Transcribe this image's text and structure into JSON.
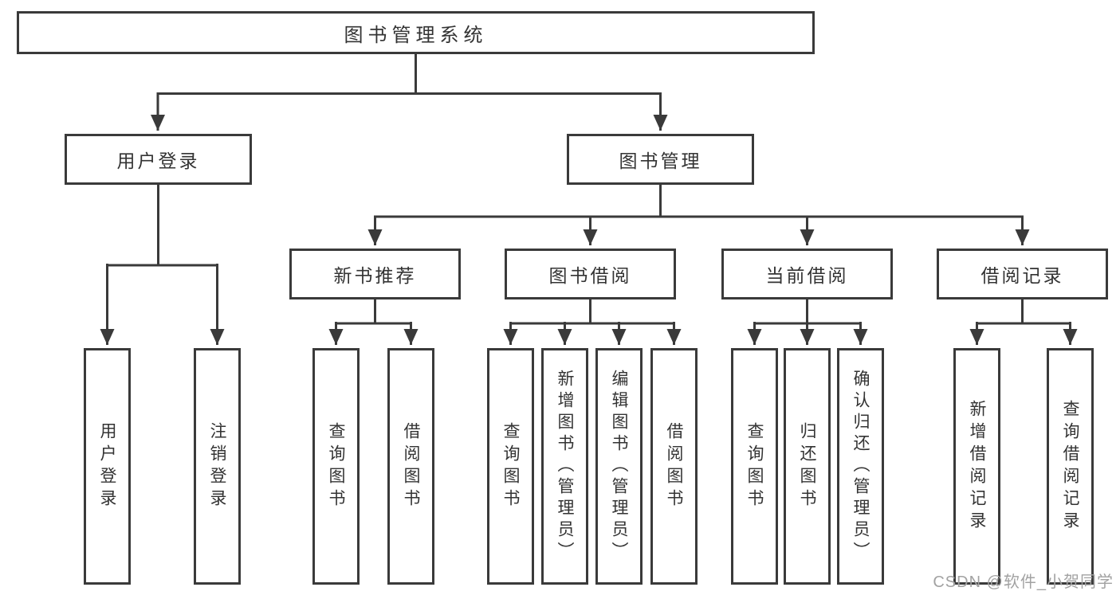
{
  "diagram_title": "图书管理系统",
  "colors": {
    "line": "#3a3a3a",
    "box_border": "#3a3a3a",
    "text": "#333333",
    "background": "#ffffff",
    "watermark": "#a2a2a2"
  },
  "watermark": "CSDN @软件_小贺同学",
  "tree": {
    "root": "图书管理系统",
    "level2": [
      "用户登录",
      "图书管理"
    ],
    "level3": [
      "新书推荐",
      "图书借阅",
      "当前借阅",
      "借阅记录"
    ],
    "leaves_user_login": [
      "用户登录",
      "注销登录"
    ],
    "leaves_new_book": [
      "查询图书",
      "借阅图书"
    ],
    "leaves_book_borrow": [
      "查询图书",
      "新增图书（管理员）",
      "编辑图书（管理员）",
      "借阅图书"
    ],
    "leaves_current_borrow": [
      "查询图书",
      "归还图书",
      "确认归还（管理员）"
    ],
    "leaves_borrow_record": [
      "新增借阅记录",
      "查询借阅记录"
    ]
  }
}
